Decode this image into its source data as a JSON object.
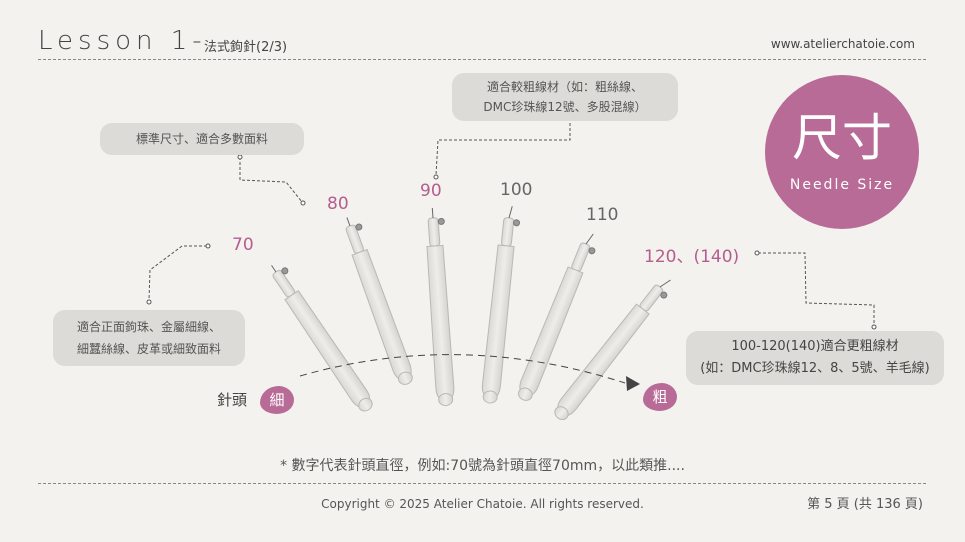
{
  "header": {
    "lesson": "Lesson 1-",
    "subtitle": "法式鉤針(2/3)",
    "website": "www.atelierchatoie.com"
  },
  "bubbles": {
    "standard": "標準尺寸、適合多數面料",
    "thick_line1": "適合較粗線材（如：粗絲線、",
    "thick_line2": "DMC珍珠線12號、多股混線）",
    "fine_line1": "適合正面鉤珠、金屬細線、",
    "fine_line2": "細蠶絲線、皮革或細致面料",
    "thicker_line1": "100-120(140)適合更粗線材",
    "thicker_line2": "(如：DMC珍珠線12、8、5號、羊毛線)"
  },
  "sizes": {
    "s70": "70",
    "s80": "80",
    "s90": "90",
    "s100": "100",
    "s110": "110",
    "s120": "120、(140)"
  },
  "badge": {
    "main": "尺寸",
    "sub": "Needle Size"
  },
  "scale": {
    "label": "針頭",
    "fine": "細",
    "thick": "粗"
  },
  "note": "* 數字代表針頭直徑，例如:70號為針頭直徑70mm，以此類推....",
  "footer": {
    "copyright": "Copyright © 2025 Atelier Chatoie. All rights reserved.",
    "page": "第 5 頁 (共 136 頁)"
  },
  "colors": {
    "accent": "#b86b97",
    "accent_text": "#b55d8f",
    "bubble": "#dcdbd7",
    "background": "#f3f2ee"
  }
}
